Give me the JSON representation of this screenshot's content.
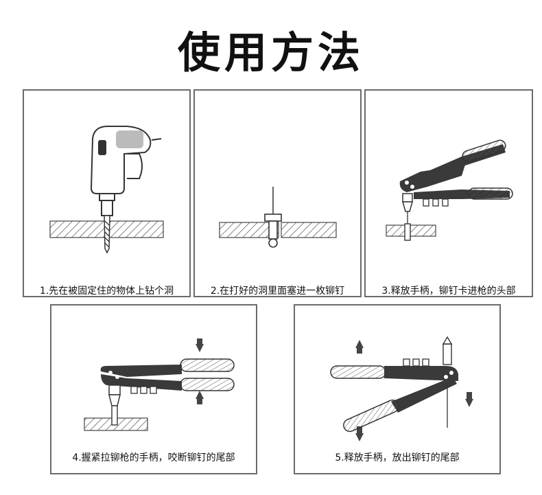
{
  "title": "使用方法",
  "steps": [
    {
      "caption": "1.先在被固定住的物体上钻个洞",
      "icon": "drill-icon"
    },
    {
      "caption": "2.在打好的洞里面塞进一枚铆钉",
      "icon": "rivet-icon"
    },
    {
      "caption": "3.释放手柄，铆钉卡进枪的头部",
      "icon": "rivet-gun-open-icon"
    },
    {
      "caption": "4.握紧拉铆枪的手柄，咬断铆钉的尾部",
      "icon": "rivet-gun-squeeze-icon"
    },
    {
      "caption": "5.释放手柄，放出铆钉的尾部",
      "icon": "rivet-gun-release-icon"
    }
  ],
  "colors": {
    "border": "#6a6a6a",
    "tool": "#3a3a3a",
    "text": "#111111"
  }
}
